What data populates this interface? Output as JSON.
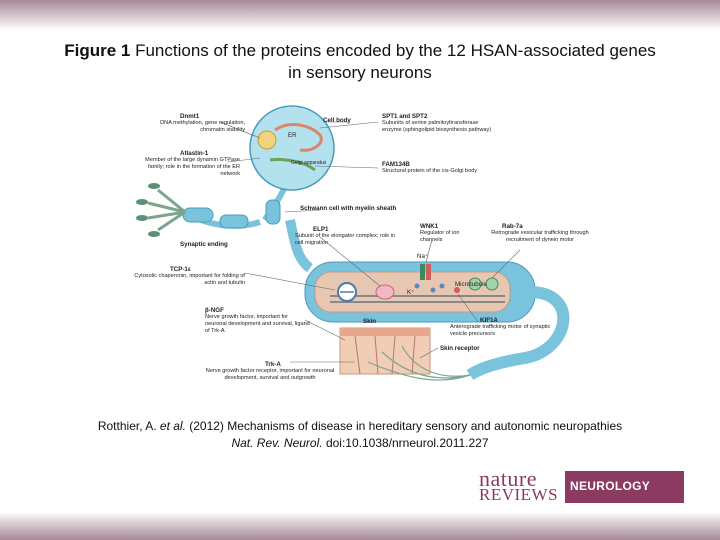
{
  "title": {
    "bold": "Figure 1",
    "text": " Functions of the proteins encoded by the 12 HSAN-associated genes in sensory neurons"
  },
  "figure": {
    "labels": {
      "cell_body": "Cell body",
      "er": "ER",
      "golgi": "Golgi apparatus",
      "schwann": "Schwann cell with myelin sheath",
      "synaptic": "Synaptic ending",
      "microtubule": "Microtubule",
      "skin": "Skin",
      "skin_receptor": "Skin receptor",
      "na": "Na⁺",
      "k": "K⁺"
    },
    "proteins": {
      "dnmt1": {
        "name": "Dnmt1",
        "desc": "DNA methylation, gene regulation, chromatin stability"
      },
      "atlastin": {
        "name": "Atlastin-1",
        "desc": "Member of the large dynamin GTPase family; role in the formation of the ER network"
      },
      "spt": {
        "name": "SPT1 and SPT2",
        "desc": "Subunits of serine palmitoyltransferase enzyme (sphingolipid biosynthesis pathway)"
      },
      "fam134b": {
        "name": "FAM134B",
        "desc": "Structural protein of the cis-Golgi body"
      },
      "elp1": {
        "name": "ELP1",
        "desc": "Subunit of the elongator complex; role in cell migration"
      },
      "wnk1": {
        "name": "WNK1",
        "desc": "Regulator of ion channels"
      },
      "rab7a": {
        "name": "Rab-7a",
        "desc": "Retrograde vesicular trafficking through recruitment of dynein motor"
      },
      "tcp1": {
        "name": "TCP-1ε",
        "desc": "Cytosolic chaperonin, important for folding of actin and tubulin"
      },
      "kif1a": {
        "name": "KIF1A",
        "desc": "Anterograde trafficking motor of synaptic vesicle precursors"
      },
      "ngf": {
        "name": "β-NGF",
        "desc": "Nerve growth factor, important for neuronal development and survival, ligand of Trk-A"
      },
      "trka": {
        "name": "Trk-A",
        "desc": "Nerve growth factor receptor, important for neuronal development, survival and outgrowth"
      }
    }
  },
  "citation": {
    "line1_pre": "Rotthier, A. ",
    "line1_em": "et al.",
    "line1_post": " (2012) Mechanisms of disease in hereditary sensory and autonomic neuropathies",
    "line2_em": "Nat. Rev. Neurol.",
    "line2_post": " doi:10.1038/nrneurol.2011.227"
  },
  "logo": {
    "nature": "nature",
    "reviews": "REVIEWS",
    "journal": "NEUROLOGY"
  },
  "colors": {
    "brand": "#8b3a62",
    "neuron": "#79c3dc",
    "neuron_dark": "#4a9cbc",
    "skin": "#f2cdb6"
  }
}
